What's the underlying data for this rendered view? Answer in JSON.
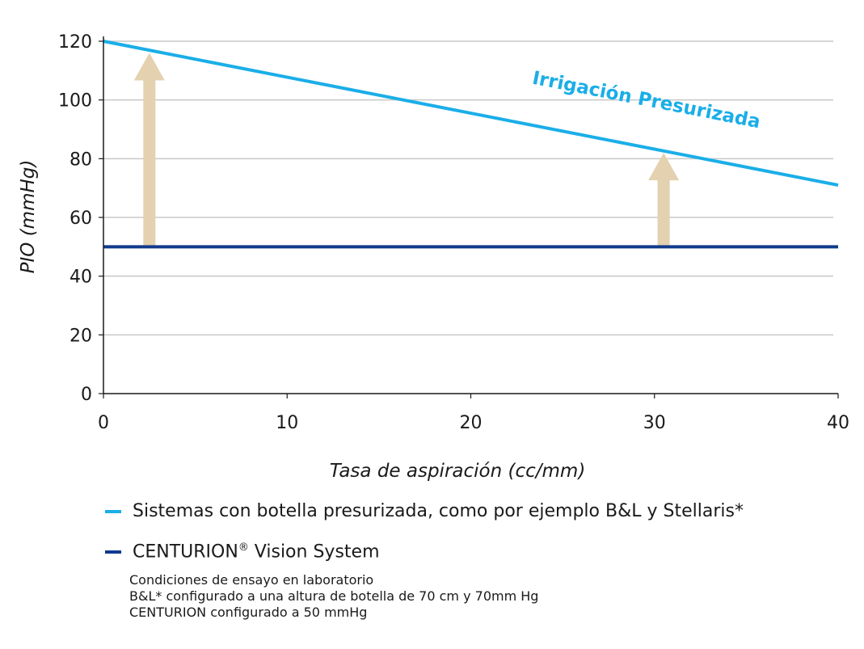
{
  "chart_data": {
    "type": "line",
    "xlabel": "Tasa de aspiración (cc/mm)",
    "ylabel": "PIO (mmHg)",
    "xlim": [
      0,
      40
    ],
    "ylim": [
      0,
      120
    ],
    "x_ticks": [
      "0",
      "10",
      "20",
      "30",
      "40"
    ],
    "y_ticks": [
      "0",
      "20",
      "40",
      "60",
      "80",
      "100",
      "120"
    ],
    "grid": "horizontal",
    "series": [
      {
        "name": "Sistemas con botella presurizada, como por ejemplo B&L y Stellaris*",
        "color": "#1aaee8",
        "x": [
          0,
          40
        ],
        "y": [
          120,
          71
        ]
      },
      {
        "name": "CENTURION® Vision System",
        "color": "#103a8c",
        "x": [
          0,
          40
        ],
        "y": [
          50,
          50
        ]
      }
    ],
    "annotations": [
      {
        "text": "Irrigación Presurizada",
        "color": "#1aaee8",
        "x": 29.5,
        "y": 98
      }
    ],
    "arrows": [
      {
        "x": 2.5,
        "from": 50,
        "to": 116,
        "color": "#e3d1b0"
      },
      {
        "x": 30.5,
        "from": 50,
        "to": 82,
        "color": "#e3d1b0"
      }
    ]
  },
  "legend": {
    "item1": "Sistemas con botella presurizada, como por ejemplo B&L y Stellaris*",
    "item2_main": "CENTURION",
    "item2_sup": "®",
    "item2_tail": " Vision System"
  },
  "notes": [
    "Condiciones de ensayo en laboratorio",
    "B&L* configurado a una altura de botella de 70 cm y 70mm Hg",
    "CENTURION configurado a 50 mmHg"
  ]
}
